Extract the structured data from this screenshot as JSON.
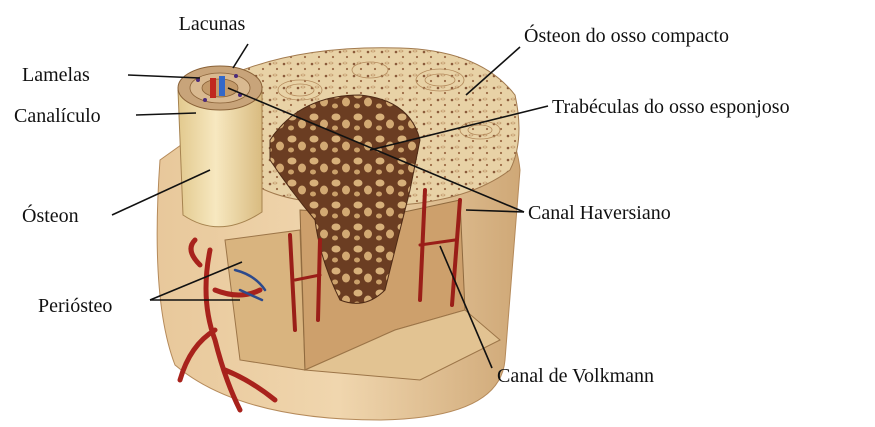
{
  "labels": {
    "lacunas": "Lacunas",
    "lamelas": "Lamelas",
    "canaliculo": "Canalículo",
    "osteon": "Ósteon",
    "periosteo": "Periósteo",
    "osteon_compacto": "Ósteon do osso compacto",
    "trabeculas": "Trabéculas do osso esponjoso",
    "haversiano": "Canal Haversiano",
    "volkmann": "Canal de Volkmann"
  },
  "colors": {
    "bone_surface": "#e9d3a8",
    "bone_side": "#ddb98c",
    "spongy_bone": "#6a3c22",
    "blood_vessel": "#a8221c",
    "vein": "#2d4a8c",
    "osteon_cylinder": "#f0dfb0"
  }
}
